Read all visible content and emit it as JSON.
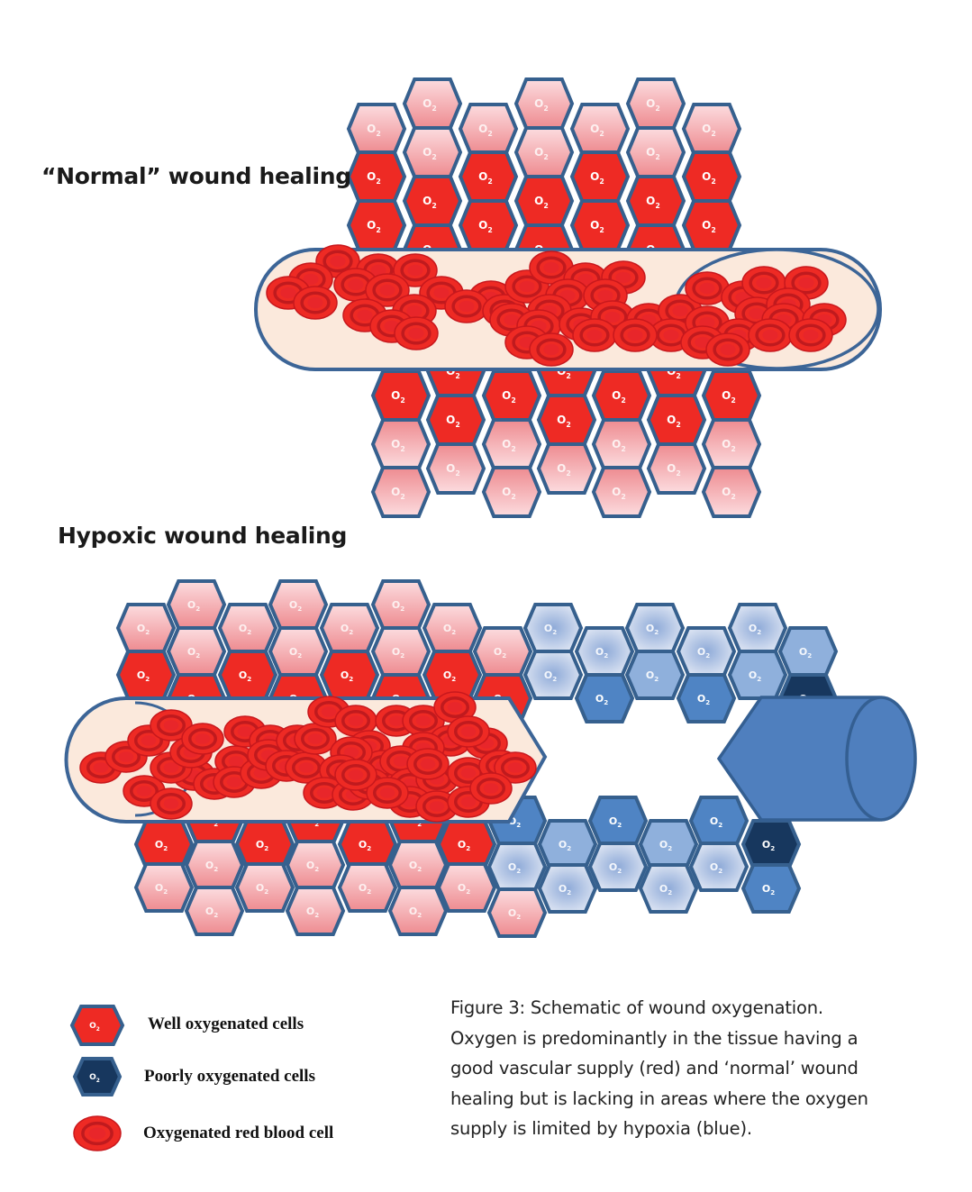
{
  "titles": {
    "normal": "“Normal” wound healing",
    "hypoxic": "Hypoxic wound healing"
  },
  "cell_label": "O",
  "cell_label_sub": "2",
  "colors": {
    "well_oxygenated": "#ee2a24",
    "light_oxygenated_top": "#fbd9dc",
    "light_oxygenated_bottom": "#ef8f93",
    "hypoxic_light": "#c9d6ec",
    "hypoxic_mid": "#8fb0dc",
    "hypoxic_strong": "#4f84c4",
    "poorly_oxygenated": "#17375e",
    "cell_border": "#36608e",
    "vessel_fill": "#fbe9dc",
    "vessel_border": "#3c6597",
    "rbc_outer": "#d71e22",
    "rbc_inner": "#ee2a24",
    "occluded_vessel": "#4f7fbe"
  },
  "legend": [
    {
      "key": "well",
      "label": "Well oxygenated cells",
      "swatch": "well_oxygenated"
    },
    {
      "key": "poor",
      "label": "Poorly oxygenated cells",
      "swatch": "poorly_oxygenated"
    },
    {
      "key": "rbc",
      "label": "Oxygenated red blood cell",
      "swatch": "rbc"
    }
  ],
  "caption": {
    "lines": [
      "Figure 3: Schematic of wound oxygenation.",
      "Oxygen is predominantly in the tissue having a",
      "good vascular supply (red) and ‘normal’ wound",
      "healing but is lacking in areas where the oxygen",
      "supply is limited by hypoxia (blue)."
    ]
  },
  "panels": [
    {
      "key": "normal",
      "description": "Normal wound healing: tissue cells above and below an open blood vessel filled with red blood cells; cells nearest the vessel are well oxygenated (red)."
    },
    {
      "key": "hypoxic",
      "description": "Hypoxic wound healing: vessel terminates; cells distant from vessel are hypoxic (blue), with poorly oxygenated cells (dark blue) near an occluded vessel."
    }
  ]
}
